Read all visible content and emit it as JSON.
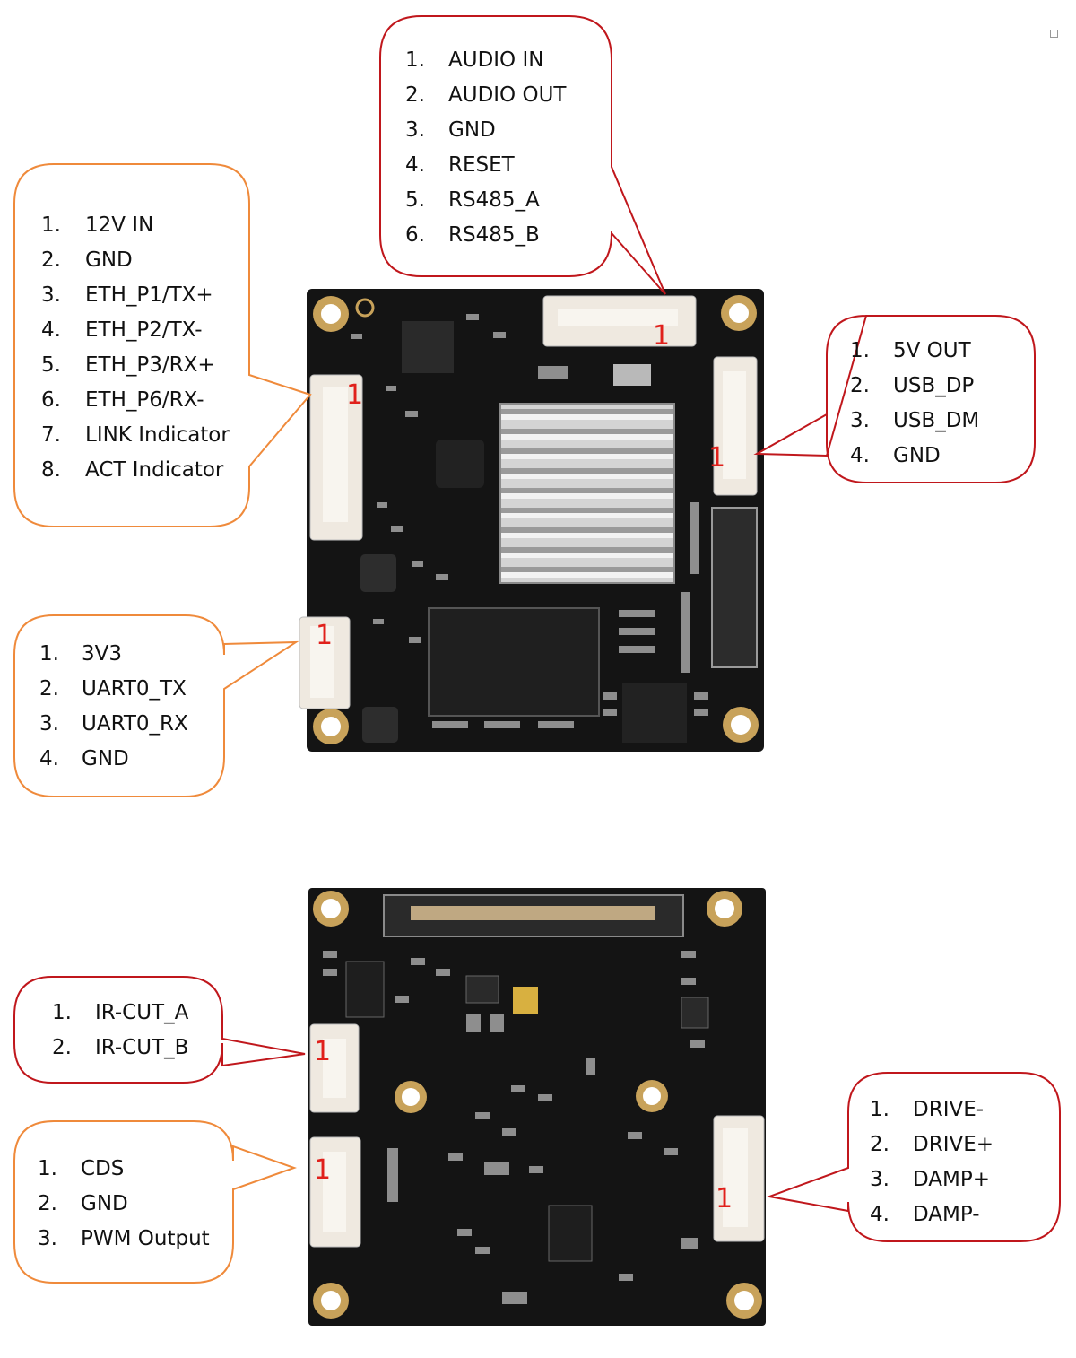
{
  "callouts": {
    "audio": {
      "color": "#c0171c",
      "numbers": [
        "1.",
        "2.",
        "3.",
        "4.",
        "5.",
        "6."
      ],
      "pins": [
        "AUDIO IN",
        "AUDIO OUT",
        "GND",
        "RESET",
        "RS485_A",
        "RS485_B"
      ]
    },
    "power_eth": {
      "color": "#ef8a3b",
      "numbers": [
        "1.",
        "2.",
        "3.",
        "4.",
        "5.",
        "6.",
        "7.",
        "8."
      ],
      "pins": [
        "12V IN",
        "GND",
        "ETH_P1/TX+",
        "ETH_P2/TX-",
        "ETH_P3/RX+",
        "ETH_P6/RX-",
        "LINK Indicator",
        "ACT Indicator"
      ]
    },
    "usb": {
      "color": "#c0171c",
      "numbers": [
        "1.",
        "2.",
        "3.",
        "4."
      ],
      "pins": [
        "5V OUT",
        "USB_DP",
        "USB_DM",
        "GND"
      ]
    },
    "uart": {
      "color": "#ef8a3b",
      "numbers": [
        "1.",
        "2.",
        "3.",
        "4."
      ],
      "pins": [
        "3V3",
        "UART0_TX",
        "UART0_RX",
        "GND"
      ]
    },
    "ircut": {
      "color": "#c0171c",
      "numbers": [
        "1.",
        "2."
      ],
      "pins": [
        "IR-CUT_A",
        "IR-CUT_B"
      ]
    },
    "cds": {
      "color": "#ef8a3b",
      "numbers": [
        "1.",
        "2.",
        "3."
      ],
      "pins": [
        "CDS",
        "GND",
        "PWM Output"
      ]
    },
    "drive": {
      "color": "#c0171c",
      "numbers": [
        "1.",
        "2.",
        "3.",
        "4."
      ],
      "pins": [
        "DRIVE-",
        "DRIVE+",
        "DAMP+",
        "DAMP-"
      ]
    }
  },
  "pin1_marker": "1",
  "pin1_color": "#e0201b",
  "board_color": "#141414",
  "heatsink_color": "#c9c9c9",
  "connector_color": "#efe9e0"
}
